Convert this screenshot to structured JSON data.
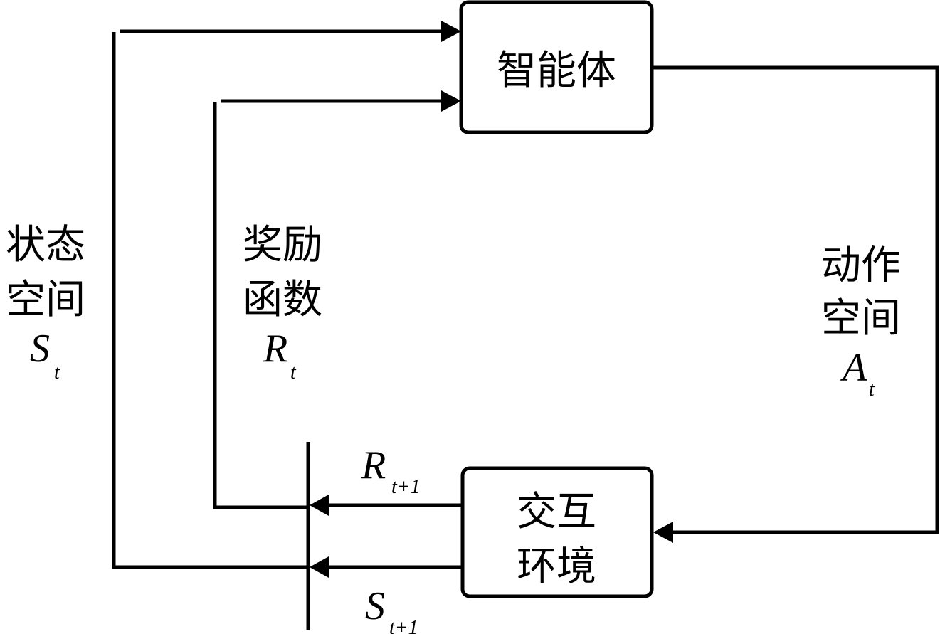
{
  "diagram": {
    "title": "Reinforcement learning agent-environment loop",
    "nodes": {
      "agent": {
        "label": "智能体"
      },
      "environment": {
        "label_line1": "交互",
        "label_line2": "环境"
      }
    },
    "side_labels": {
      "state_space": {
        "line1": "状态",
        "line2": "空间",
        "symbol": "S",
        "subscript": "t"
      },
      "reward_function": {
        "line1": "奖励",
        "line2": "函数",
        "symbol": "R",
        "subscript": "t"
      },
      "action_space": {
        "line1": "动作",
        "line2": "空间",
        "symbol": "A",
        "subscript": "t"
      }
    },
    "edge_labels": {
      "reward_next": {
        "symbol": "R",
        "subscript": "t+1"
      },
      "state_next": {
        "symbol": "S",
        "subscript": "t+1"
      }
    },
    "edges": [
      {
        "from": "environment",
        "to": "collector",
        "label": "R_{t+1}"
      },
      {
        "from": "environment",
        "to": "collector",
        "label": "S_{t+1}"
      },
      {
        "from": "collector",
        "to": "agent",
        "label": "R_t"
      },
      {
        "from": "collector",
        "to": "agent",
        "label": "S_t"
      },
      {
        "from": "agent",
        "to": "environment",
        "label": "A_t"
      }
    ],
    "colors": {
      "stroke": "#000000",
      "background": "#ffffff"
    }
  }
}
